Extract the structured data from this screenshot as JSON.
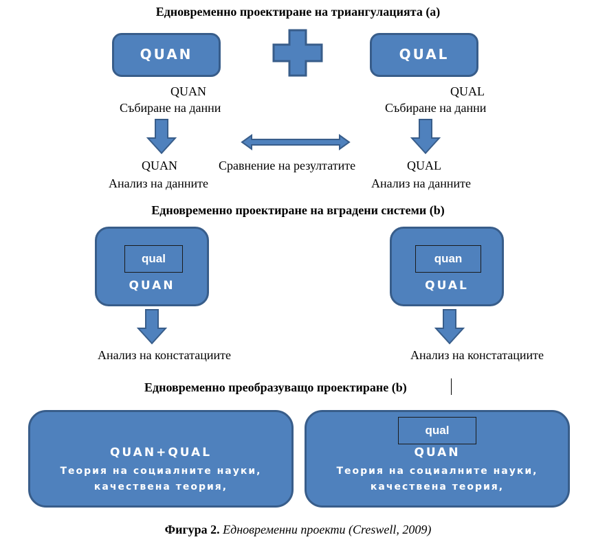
{
  "section_a": {
    "heading": "Едновременно проектиране на триангулацията (а)",
    "box_left": "QUAN",
    "box_right": "QUAL",
    "plus_icon": "plus-icon",
    "left_collect_1": "QUAN",
    "left_collect_2": "Събиране на данни",
    "right_collect_1": "QUAL",
    "right_collect_2": "Събиране на данни",
    "left_analysis_1": "QUAN",
    "left_analysis_2": "Анализ на данните",
    "comparison": "Сравнение на резултатите",
    "right_analysis_1": "QUAL",
    "right_analysis_2": "Анализ на данните"
  },
  "section_b": {
    "heading": "Едновременно проектиране на вградени системи (b)",
    "left_inner": "qual",
    "left_outer": "QUAN",
    "right_inner": "quan",
    "right_outer": "QUAL",
    "left_findings": "Анализ на констатациите",
    "right_findings": "Анализ на констатациите"
  },
  "section_c": {
    "heading": "Едновременно преобразуващо проектиране (b)",
    "left_title": "QUAN+QUAL",
    "left_line_1": "Теория на социалните науки,",
    "left_line_2": "качествена теория,",
    "right_inner": "qual",
    "right_title": "QUAN",
    "right_line_1": "Теория на социалните науки,",
    "right_line_2": "качествена теория,"
  },
  "caption": {
    "label": "Фигура 2.",
    "text": " Едновременни проекти (Creswell, 2009)"
  },
  "colors": {
    "box_fill": "#4f81bd",
    "box_border": "#385d8a"
  }
}
